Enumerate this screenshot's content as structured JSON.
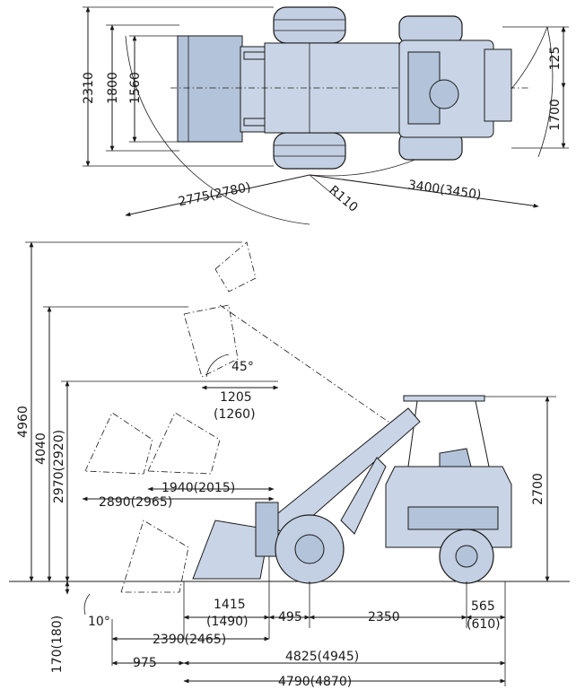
{
  "top_view": {
    "overall_width": "2310",
    "bucket_width": "1800",
    "tread_width": "1560",
    "rear_offset": "125",
    "rear_width": "1700",
    "outer_radius": "2775(2780)",
    "body_radius": "3400(3450)",
    "inner_radius": "R110"
  },
  "side_view": {
    "max_lift_height": "4960",
    "pin_height": "4040",
    "dump_clearance": "2970(2920)",
    "canopy_height": "2700",
    "dump_angle": "45°",
    "dump_reach_a": "1205",
    "dump_reach_b": "(1260)",
    "bucket_reach": "1940(2015)",
    "bucket_length": "2890(2965)",
    "dig_depth": "170(180)",
    "rollback_angle": "10°",
    "bucket_offset_a": "1415",
    "bucket_offset_b": "(1490)",
    "front_overhang": "495",
    "wheelbase": "2350",
    "rear_overhang_a": "565",
    "rear_overhang_b": "(610)",
    "bucket_to_axle": "2390(2465)",
    "bucket_extension": "975",
    "overall_length_total": "4825(4945)",
    "overall_length": "4790(4870)"
  }
}
